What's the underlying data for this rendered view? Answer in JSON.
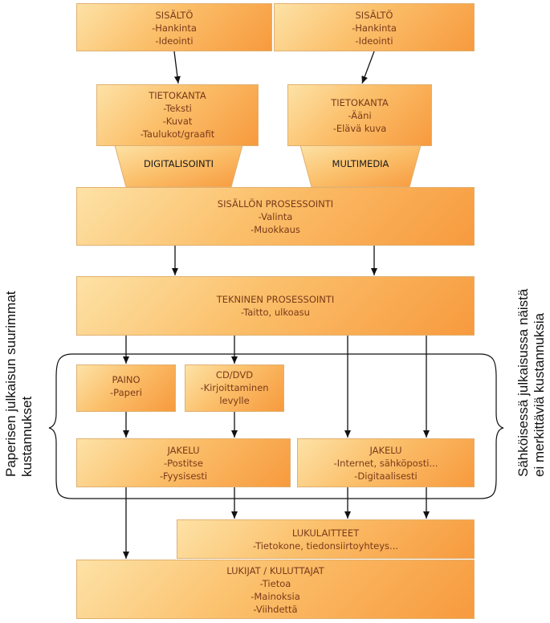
{
  "boxes": {
    "content_left": {
      "lines": [
        "SISÄLTÖ",
        "-Hankinta",
        "-Ideointi"
      ]
    },
    "content_right": {
      "lines": [
        "SISÄLTÖ",
        "-Hankinta",
        "-Ideointi"
      ]
    },
    "db_left": {
      "lines": [
        "TIETOKANTA",
        "-Teksti",
        "-Kuvat",
        "-Taulukot/graafit"
      ]
    },
    "db_right": {
      "lines": [
        "TIETOKANTA",
        "-Ääni",
        "-Elävä kuva"
      ]
    },
    "content_processing": {
      "lines": [
        "SISÄLLÖN PROSESSOINTI",
        "-Valinta",
        "-Muokkaus"
      ]
    },
    "technical_processing": {
      "lines": [
        "TEKNINEN PROSESSOINTI",
        "-Taitto, ulkoasu"
      ]
    },
    "print": {
      "lines": [
        "PAINO",
        "-Paperi"
      ]
    },
    "cd_dvd": {
      "lines": [
        "CD/DVD",
        "-Kirjoittaminen",
        "levylle"
      ]
    },
    "distribution_left": {
      "lines": [
        "JAKELU",
        "-Postitse",
        "-Fyysisesti"
      ]
    },
    "distribution_right": {
      "lines": [
        "JAKELU",
        "-Internet, sähköposti...",
        "-Digitaalisesti"
      ]
    },
    "reading_devices": {
      "lines": [
        "LUKULAITTEET",
        "-Tietokone, tiedonsiirtoyhteys..."
      ]
    },
    "readers": {
      "lines": [
        "LUKIJAT / KULUTTAJAT",
        "-Tietoa",
        "-Mainoksia",
        "-Viihdettä"
      ]
    }
  },
  "funnels": {
    "left": {
      "label": "DIGITALISOINTI"
    },
    "right": {
      "label": "MULTIMEDIA"
    }
  },
  "side_notes": {
    "left": {
      "lines": [
        "Paperisen julkaisun suurimmat",
        "kustannukset"
      ]
    },
    "right": {
      "lines": [
        "Sähköisessä julkaisussa näistä",
        "ei merkittäviä kustannuksia"
      ]
    }
  }
}
